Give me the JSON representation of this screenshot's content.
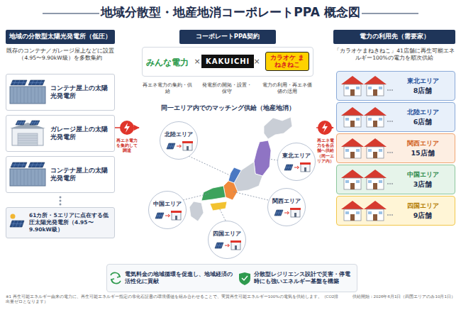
{
  "diagram": {
    "title": "地域分散型・地産地消コーポレートPPA 概念図",
    "nodes": [
      {
        "text": [
          "地域の分散型太陽光発電所（低圧）",
          "既存のコンテナ／ガレージ屋上などに設置（4.95〜9.90kW級）を多数集約"
        ]
      },
      {
        "text": [
          "コンテナ屋上の太陽光発電所"
        ],
        "in": 0
      },
      {
        "text": [
          "ガレージ屋上の太陽光発電所"
        ],
        "in": 0
      },
      {
        "text": [
          "コンテナ屋上の太陽光発電所"
        ],
        "in": 0
      },
      {
        "text": [
          "61カ所・5エリアに点在する低圧太陽光発電所（4.95〜9.90kW級）"
        ],
        "in": 0
      },
      {
        "text": [
          "コーポレートPPA契約"
        ]
      },
      {
        "text": [
          "みんな電力",
          "再エネ電力の集約・供給"
        ],
        "in": 5
      },
      {
        "text": [
          "KAKUICHI",
          "発電所の開拓・設置・保守"
        ],
        "in": 5
      },
      {
        "text": [
          "カラオケ まねきねこ",
          "電力の利用・再エネ価値の活用"
        ],
        "in": 5
      },
      {
        "text": [
          "北陸エリア"
        ],
        "in": 5
      },
      {
        "text": [
          "東北エリア"
        ],
        "in": 5
      },
      {
        "text": [
          "中国エリア"
        ],
        "in": 5
      },
      {
        "text": [
          "関西エリア"
        ],
        "in": 5
      },
      {
        "text": [
          "四国エリア"
        ],
        "in": 5
      },
      {
        "text": [
          "電力の利用先（需要家）",
          "「カラオケまねきねこ」41店舗に再生可能エネルギー100%の電力を順次供給"
        ]
      },
      {
        "text": [
          "東北エリア",
          "8店舗"
        ],
        "in": 14
      },
      {
        "text": [
          "北陸エリア",
          "6店舗"
        ],
        "in": 14
      },
      {
        "text": [
          "関西エリア",
          "15店舗"
        ],
        "in": 14
      },
      {
        "text": [
          "中国エリア",
          "3店舗"
        ],
        "in": 14
      },
      {
        "text": [
          "四国エリア",
          "9店舗"
        ],
        "in": 14
      },
      {
        "text": [
          "電気料金の地域循環を促進し、地域経済の活性化に貢献"
        ]
      },
      {
        "text": [
          "分散型レジリエンス設計で災害・停電時にも強いエネルギー基盤を構築"
        ]
      }
    ],
    "edges": [
      {
        "from": 0,
        "to": 5,
        "arrow": "to"
      },
      {
        "from": 5,
        "to": 14,
        "arrow": "to"
      }
    ],
    "labels": [
      "×",
      "×",
      "同一エリア内でのマッチング供給（地産地消）",
      "再エネ電力を集約して調達",
      "再エネ電力を各店舗へ供給（同一エリア内）",
      "※1 再生可能エネルギー由来の電力に、再生可能エネルギー指定の非化石証書の環境価値を組み合わせることで、実質再生可能エネルギー100%の電気を供給します。（CO2排出量ゼロとなります）",
      "供給開始：2026年6月1日（四国エリアのみ10月1日）"
    ]
  }
}
